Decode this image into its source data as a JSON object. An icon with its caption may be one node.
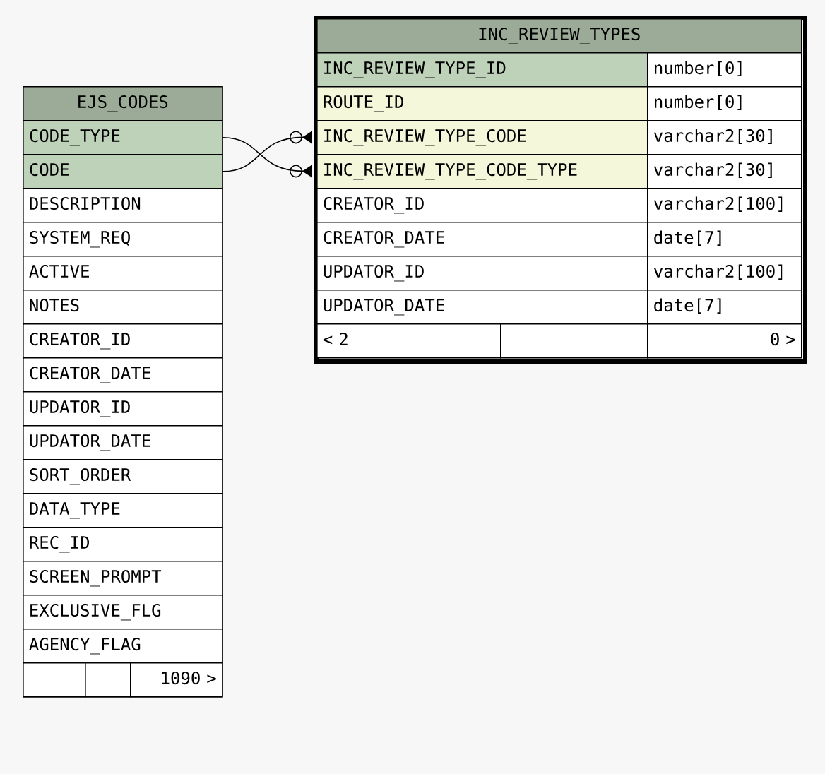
{
  "diagram": {
    "nodes": [
      {
        "text": [
          "EJS_CODES"
        ]
      },
      {
        "text": [
          "CODE_TYPE"
        ],
        "in": 0
      },
      {
        "text": [
          "CODE"
        ],
        "in": 0
      },
      {
        "text": [
          "DESCRIPTION"
        ],
        "in": 0
      },
      {
        "text": [
          "SYSTEM_REQ"
        ],
        "in": 0
      },
      {
        "text": [
          "ACTIVE"
        ],
        "in": 0
      },
      {
        "text": [
          "NOTES"
        ],
        "in": 0
      },
      {
        "text": [
          "CREATOR_ID"
        ],
        "in": 0
      },
      {
        "text": [
          "CREATOR_DATE"
        ],
        "in": 0
      },
      {
        "text": [
          "UPDATOR_ID"
        ],
        "in": 0
      },
      {
        "text": [
          "UPDATOR_DATE"
        ],
        "in": 0
      },
      {
        "text": [
          "SORT_ORDER"
        ],
        "in": 0
      },
      {
        "text": [
          "DATA_TYPE"
        ],
        "in": 0
      },
      {
        "text": [
          "REC_ID"
        ],
        "in": 0
      },
      {
        "text": [
          "SCREEN_PROMPT"
        ],
        "in": 0
      },
      {
        "text": [
          "EXCLUSIVE_FLG"
        ],
        "in": 0
      },
      {
        "text": [
          "AGENCY_FLAG"
        ],
        "in": 0
      },
      {
        "text": [],
        "shape": "box",
        "in": 0
      },
      {
        "text": [],
        "shape": "box",
        "in": 0
      },
      {
        "text": [
          "1090 >"
        ],
        "in": 0
      },
      {
        "text": [
          "INC_REVIEW_TYPES"
        ]
      },
      {
        "text": [
          "INC_REVIEW_TYPE_ID",
          "number[0]"
        ],
        "in": 20
      },
      {
        "text": [
          "ROUTE_ID",
          "number[0]"
        ],
        "in": 20
      },
      {
        "text": [
          "INC_REVIEW_TYPE_CODE",
          "varchar2[30]"
        ],
        "in": 20
      },
      {
        "text": [
          "INC_REVIEW_TYPE_CODE_TYPE",
          "varchar2[30]"
        ],
        "in": 20
      },
      {
        "text": [
          "CREATOR_ID",
          "varchar2[100]"
        ],
        "in": 20
      },
      {
        "text": [
          "CREATOR_DATE",
          "date[7]"
        ],
        "in": 20
      },
      {
        "text": [
          "UPDATOR_ID",
          "varchar2[100]"
        ],
        "in": 20
      },
      {
        "text": [
          "UPDATOR_DATE",
          "date[7]"
        ],
        "in": 20
      },
      {
        "text": [
          "< 2"
        ],
        "in": 20
      },
      {
        "text": [],
        "shape": "box",
        "in": 20
      },
      {
        "text": [
          "0 >"
        ],
        "in": 20
      }
    ],
    "edges": [
      {
        "from": 1,
        "to": 24,
        "arrow": "other"
      },
      {
        "from": 2,
        "to": 23,
        "arrow": "other"
      }
    ]
  }
}
